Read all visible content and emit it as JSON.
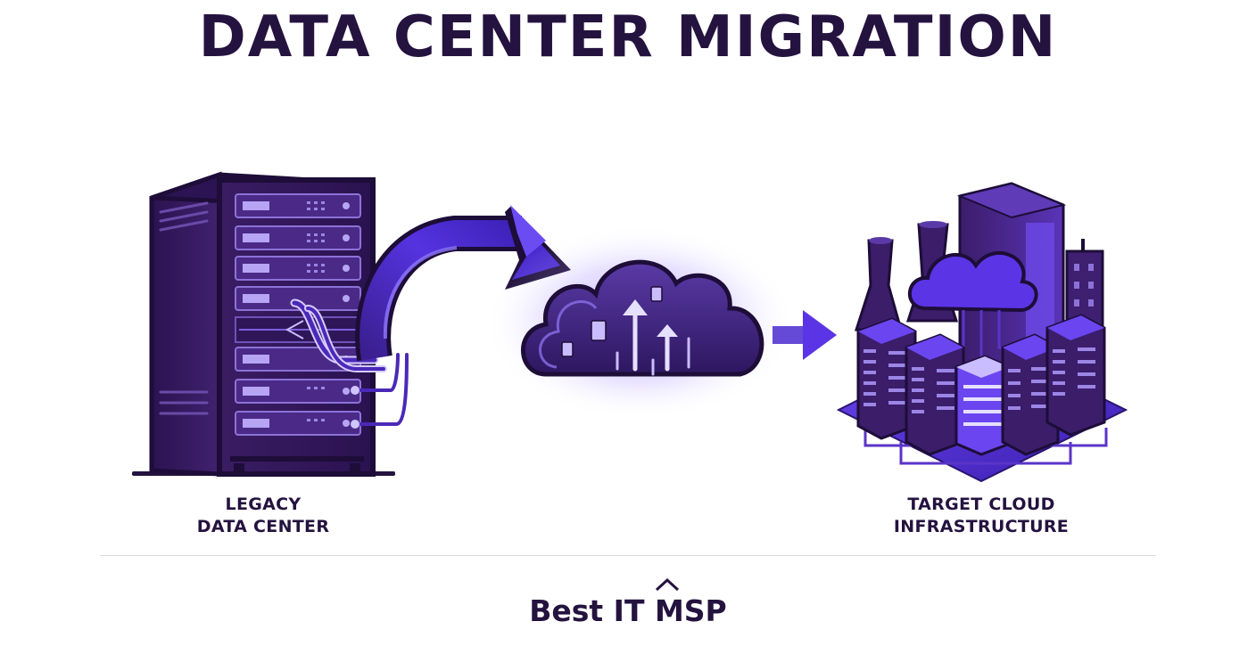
{
  "title": "DATA CENTER MIGRATION",
  "legacy": {
    "line1": "LEGACY",
    "line2": "DATA CENTER"
  },
  "target": {
    "line1": "TARGET CLOUD",
    "line2": "INFRASTRUCTURE"
  },
  "brand": {
    "name": "Best IT MSP"
  },
  "colors": {
    "dark": "#24123f",
    "purple": "#3d1f66",
    "accent": "#5b2ee6",
    "glow": "#7b5cff"
  },
  "icons": {
    "legacy": "server-rack-icon",
    "migration_arrow": "curved-arrow-icon",
    "cloud": "cloud-upload-icon",
    "small_arrow": "right-arrow-icon",
    "target": "cloud-infrastructure-icon",
    "brand_mark": "caret-icon"
  }
}
